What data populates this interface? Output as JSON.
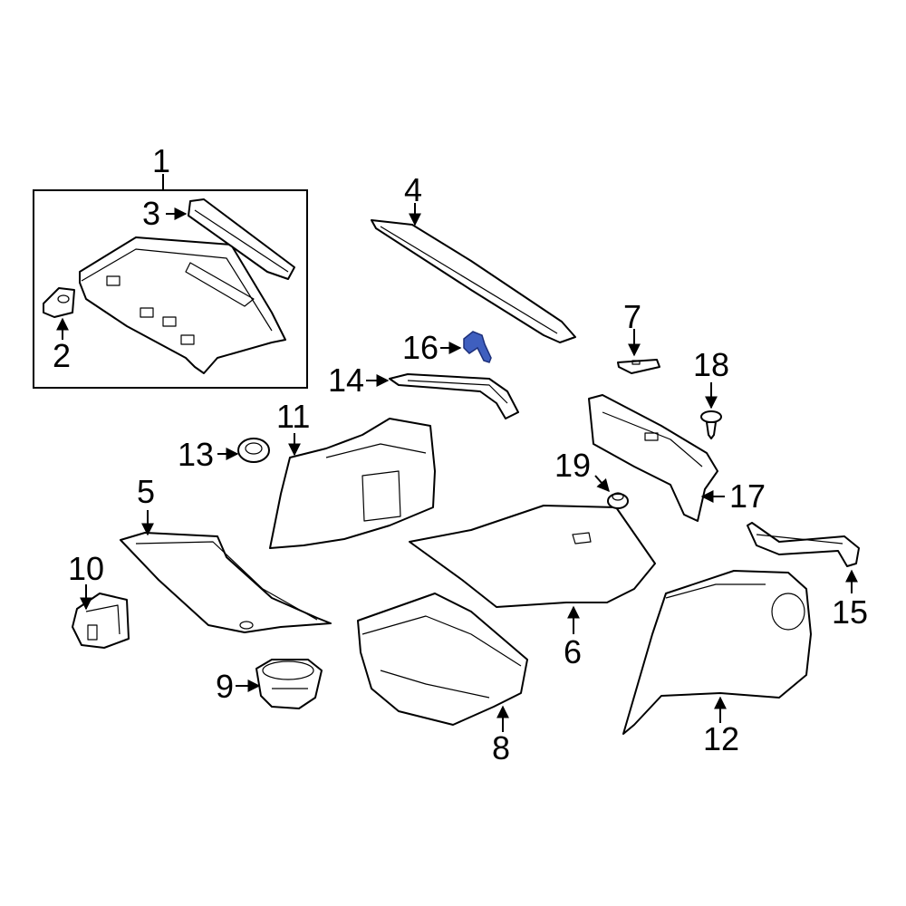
{
  "colors": {
    "line": "#000000",
    "background": "#ffffff",
    "highlight_fill": "#3f5fbf",
    "highlight_stroke": "#1c2f7a"
  },
  "callouts": [
    {
      "id": "1",
      "label": "1"
    },
    {
      "id": "2",
      "label": "2"
    },
    {
      "id": "3",
      "label": "3"
    },
    {
      "id": "4",
      "label": "4"
    },
    {
      "id": "5",
      "label": "5"
    },
    {
      "id": "6",
      "label": "6"
    },
    {
      "id": "7",
      "label": "7"
    },
    {
      "id": "8",
      "label": "8"
    },
    {
      "id": "9",
      "label": "9"
    },
    {
      "id": "10",
      "label": "10"
    },
    {
      "id": "11",
      "label": "11"
    },
    {
      "id": "12",
      "label": "12"
    },
    {
      "id": "13",
      "label": "13"
    },
    {
      "id": "14",
      "label": "14"
    },
    {
      "id": "15",
      "label": "15"
    },
    {
      "id": "16",
      "label": "16"
    },
    {
      "id": "17",
      "label": "17"
    },
    {
      "id": "18",
      "label": "18"
    },
    {
      "id": "19",
      "label": "19"
    }
  ],
  "highlighted_part": "16"
}
